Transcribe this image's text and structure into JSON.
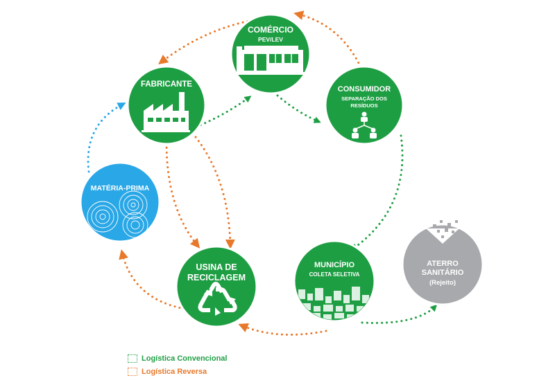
{
  "colors": {
    "green": "#1e9e43",
    "orange": "#e8782a",
    "blue": "#2aa7e6",
    "gray": "#a7a9ac",
    "white": "#ffffff"
  },
  "nodes": {
    "comercio": {
      "title": "COMÉRCIO",
      "subtitle": "PEV/LEV"
    },
    "fabricante": {
      "title": "FABRICANTE"
    },
    "consumidor": {
      "title": "CONSUMIDOR",
      "subtitle_line1": "SEPARAÇÃO DOS",
      "subtitle_line2": "RESÍDUOS"
    },
    "materia_prima": {
      "title": "MATÉRIA-PRIMA"
    },
    "usina": {
      "title_line1": "USINA DE",
      "title_line2": "RECICLAGEM"
    },
    "municipio": {
      "title": "MUNICÍPIO",
      "subtitle": "COLETA SELETIVA"
    },
    "aterro": {
      "title_line1": "ATERRO",
      "title_line2": "SANITÁRIO",
      "subtitle": "(Rejeito)"
    }
  },
  "legend": {
    "convencional": "Logística Convencional",
    "reversa": "Logística Reversa"
  }
}
